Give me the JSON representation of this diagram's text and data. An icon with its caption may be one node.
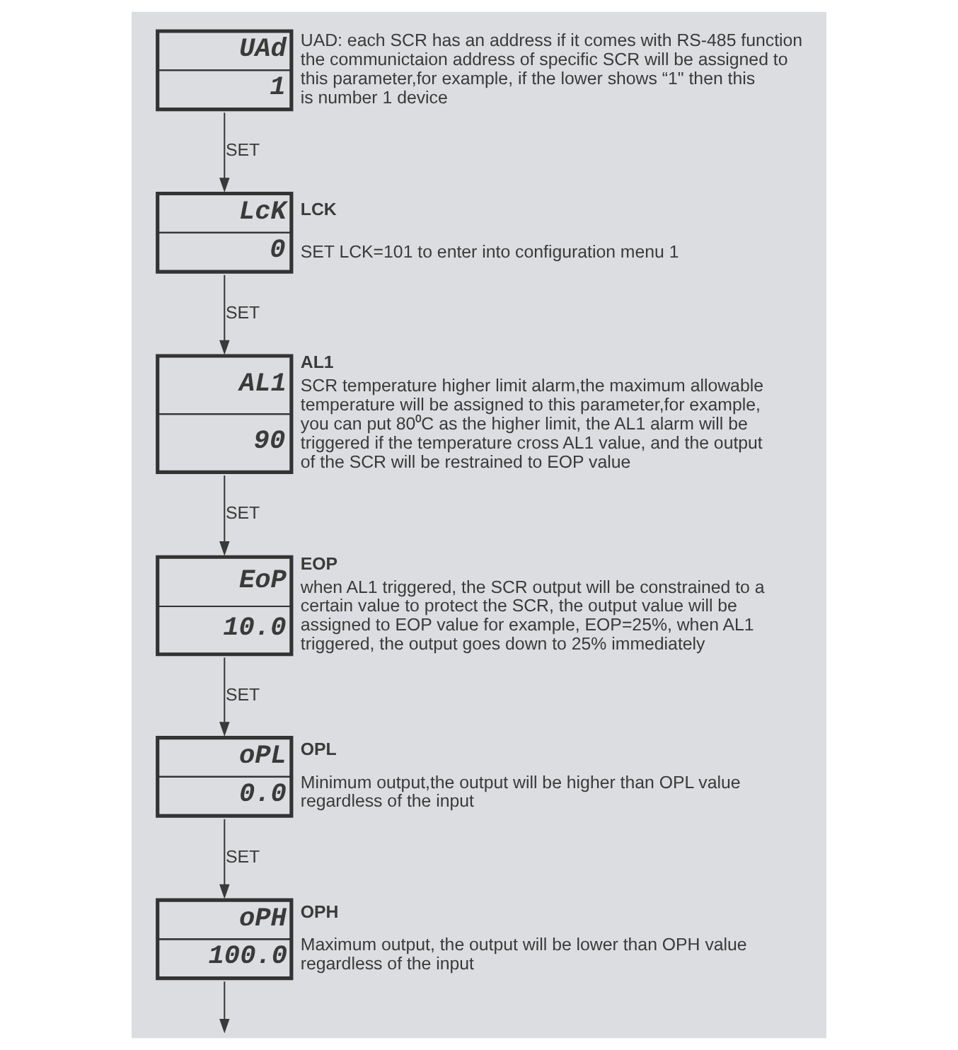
{
  "diagram": {
    "nodes": [
      {
        "text": [
          "UAd",
          "1"
        ],
        "beside": [
          "UAD: each SCR has an address if it comes with RS-485 function the communictaion address of specific SCR will be assigned to this parameter,for example, if the lower shows “1\" then this is number 1 device"
        ]
      },
      {
        "text": [
          "LcK",
          "0"
        ],
        "beside": [
          "LCK",
          "SET LCK=101 to enter into configuration menu 1"
        ]
      },
      {
        "text": [
          "AL1",
          "90"
        ],
        "beside": [
          "AL1",
          "SCR temperature higher limit alarm,the maximum allowable temperature will be assigned to this parameter,for example, you can put 80⁰C as the higher limit, the AL1 alarm will be triggered if the temperature cross AL1 value, and the output of the SCR will be restrained to EOP value"
        ]
      },
      {
        "text": [
          "EoP",
          "10.0"
        ],
        "beside": [
          "EOP",
          "when AL1 triggered, the SCR output will be constrained to a certain value to protect the SCR, the output value will be assigned to EOP value for example, EOP=25%, when AL1 triggered, the output goes down to 25% immediately"
        ]
      },
      {
        "text": [
          "oPL",
          "0.0"
        ],
        "beside": [
          "OPL",
          "Minimum output,the output will be higher than OPL value regardless of the input"
        ]
      },
      {
        "text": [
          "oPH",
          "100.0"
        ],
        "beside": [
          "OPH",
          "Maximum output, the output will be lower than OPH value regardless of the input"
        ]
      }
    ],
    "edges": [
      {
        "from": 0,
        "to": 1,
        "arrow": "to",
        "label": "SET"
      },
      {
        "from": 1,
        "to": 2,
        "arrow": "to",
        "label": "SET"
      },
      {
        "from": 2,
        "to": 3,
        "arrow": "to",
        "label": "SET"
      },
      {
        "from": 3,
        "to": 4,
        "arrow": "to",
        "label": "SET"
      },
      {
        "from": 4,
        "to": 5,
        "arrow": "to",
        "label": "SET"
      },
      {
        "from": 5,
        "to": null,
        "arrow": "to"
      }
    ]
  }
}
